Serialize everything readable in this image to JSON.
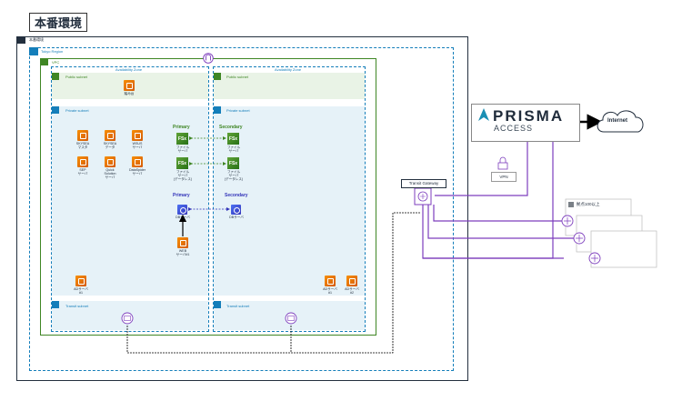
{
  "title": "本番環境",
  "account_label": "本番環境",
  "region_label": "Tokyo Region",
  "vpc_label": "VPC",
  "az_left": "Availability Zone",
  "az_right": "Availability Zone",
  "public_subnet": "Public subnet",
  "private_subnet": "Private subnet",
  "transit_subnet": "Transit subnet",
  "bastion": "踏み台",
  "servers_left": [
    {
      "line1": "SKYSEA",
      "line2": "マスタ"
    },
    {
      "line1": "SKYSEA",
      "line2": "データ"
    },
    {
      "line1": "WSUS",
      "line2": "サーバ"
    },
    {
      "line1": "SEP",
      "line2": "サーバ"
    },
    {
      "line1": "Quick",
      "line2": "Solution\nサーバ"
    },
    {
      "line1": "DataSpider",
      "line2": "サーバ"
    }
  ],
  "primary_label": "Primary",
  "secondary_label": "Secondary",
  "fsx_text": "FSx",
  "fsx_file_server": "ファイル\nサーバ",
  "fsx_dataless": "ファイル\nサーバ\n(データレス)",
  "db_server": "DBサーバ",
  "web_server": "WEB\nサーバ#1",
  "ad_left": "ADサーバ\n#1",
  "ad_right1": "ADサーバ\n#1",
  "ad_right2": "ADサーバ\n#2",
  "transit_gateway": "Transit Gateway",
  "prisma_name": "PRISMA",
  "prisma_sub": "ACCESS",
  "internet": "Internet",
  "vpn": "VPN",
  "sites_label": "拠点100以上",
  "colors": {
    "green": "#3f8624",
    "blue": "#147eba",
    "purple": "#7d3ebd",
    "private_bg": "#e6f2f8",
    "public_bg": "#e9f3e6"
  }
}
